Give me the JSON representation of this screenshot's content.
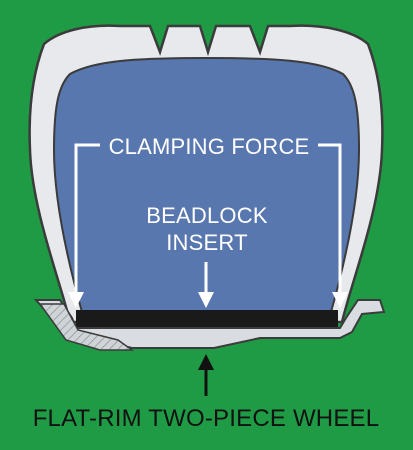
{
  "diagram": {
    "labels": {
      "clamping_force": "CLAMPING FORCE",
      "beadlock_line1": "BEADLOCK",
      "beadlock_line2": "INSERT",
      "wheel": "FLAT-RIM TWO-PIECE WHEEL"
    },
    "colors": {
      "background": "#1f9b46",
      "tire_outer": "#e7e9ec",
      "tire_inner": "#5877af",
      "insert": "#1a1a1a",
      "rim": "#d9dde1",
      "outline": "#3b3b3b",
      "arrow": "#ffffff",
      "text_light": "#ffffff",
      "text_dark": "#111111"
    }
  }
}
